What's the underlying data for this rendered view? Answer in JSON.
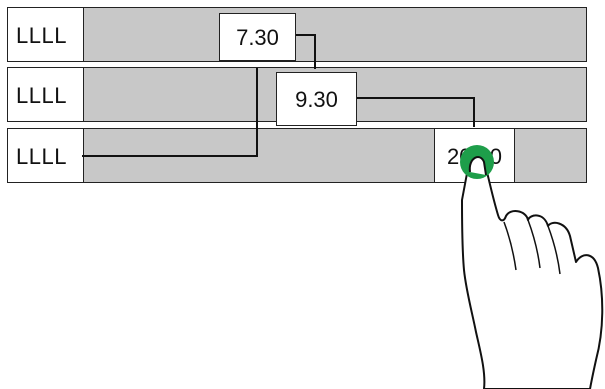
{
  "rows": [
    {
      "label": "LLLL"
    },
    {
      "label": "LLLL"
    },
    {
      "label": "LLLL"
    }
  ],
  "values": [
    {
      "text": "7.30"
    },
    {
      "text": "9.30"
    },
    {
      "text": "20.00"
    }
  ],
  "colors": {
    "row_fill": "#c8c8c8",
    "touch_indicator": "#1e9e4a"
  },
  "icons": {
    "gesture": "hand-pointer-icon"
  }
}
